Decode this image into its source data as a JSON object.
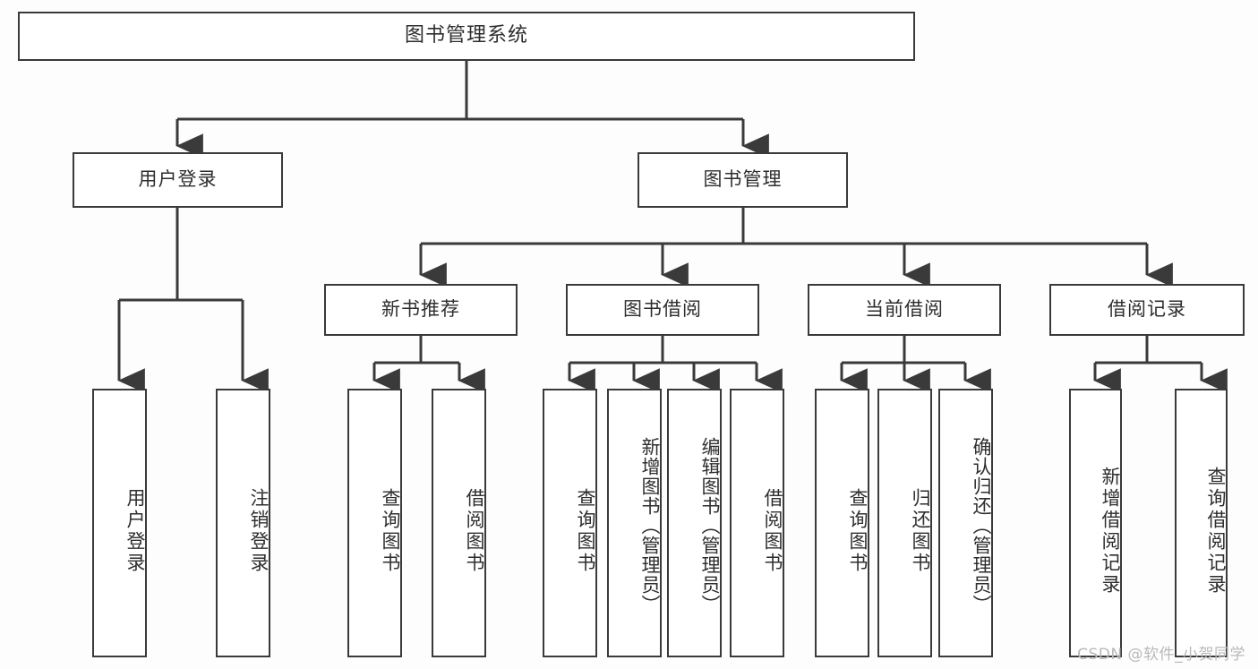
{
  "diagram": {
    "title": "图书管理系统",
    "type": "tree",
    "root": {
      "label": "图书管理系统"
    },
    "level2": [
      {
        "id": "user-login",
        "label": "用户登录"
      },
      {
        "id": "book-management",
        "label": "图书管理"
      }
    ],
    "level3": [
      {
        "id": "new-book-recommend",
        "label": "新书推荐",
        "parent": "book-management"
      },
      {
        "id": "book-borrow",
        "label": "图书借阅",
        "parent": "book-management"
      },
      {
        "id": "current-borrow",
        "label": "当前借阅",
        "parent": "book-management"
      },
      {
        "id": "borrow-record",
        "label": "借阅记录",
        "parent": "book-management"
      }
    ],
    "leaves": [
      {
        "id": "leaf-user-login",
        "label": "用户登录",
        "parent": "user-login"
      },
      {
        "id": "leaf-logout-login",
        "label": "注销登录",
        "parent": "user-login"
      },
      {
        "id": "leaf-query-book-1",
        "label": "查询图书",
        "parent": "new-book-recommend"
      },
      {
        "id": "leaf-borrow-book-1",
        "label": "借阅图书",
        "parent": "new-book-recommend"
      },
      {
        "id": "leaf-query-book-2",
        "label": "查询图书",
        "parent": "book-borrow"
      },
      {
        "id": "leaf-add-book",
        "label": "新增图书（管理员）",
        "parent": "book-borrow"
      },
      {
        "id": "leaf-edit-book",
        "label": "编辑图书（管理员）",
        "parent": "book-borrow"
      },
      {
        "id": "leaf-borrow-book-2",
        "label": "借阅图书",
        "parent": "book-borrow"
      },
      {
        "id": "leaf-query-book-3",
        "label": "查询图书",
        "parent": "current-borrow"
      },
      {
        "id": "leaf-return-book",
        "label": "归还图书",
        "parent": "current-borrow"
      },
      {
        "id": "leaf-confirm-return",
        "label": "确认归还（管理员）",
        "parent": "current-borrow"
      },
      {
        "id": "leaf-add-record",
        "label": "新增借阅记录",
        "parent": "borrow-record"
      },
      {
        "id": "leaf-query-record",
        "label": "查询借阅记录",
        "parent": "borrow-record"
      }
    ]
  },
  "watermark": {
    "text": "CSDN @软件_小贺同学"
  },
  "colors": {
    "stroke": "#3a3a3a",
    "text": "#2e2e2e",
    "background": "#fdfdfd",
    "watermark": "#b9b9b9"
  }
}
